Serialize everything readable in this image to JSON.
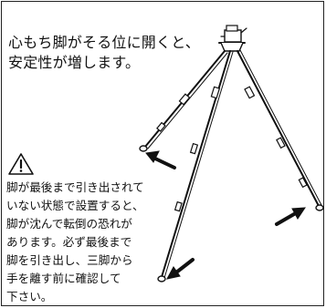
{
  "headline": {
    "lines": [
      "心もち脚がそる位に開くと、",
      "安定性が増します。"
    ]
  },
  "warning": {
    "icon": "warning-triangle-icon",
    "lines": [
      "脚が最後まで引き出されて",
      "いない状態で設置すると、",
      "脚が沈んで転倒の恐れが",
      "あります。必ず最後まで",
      "脚を引き出し、三脚から",
      "手を離す前に確認して",
      "下さい。"
    ]
  },
  "illustration": {
    "subject": "tripod-with-spread-legs",
    "arrows": 3
  }
}
